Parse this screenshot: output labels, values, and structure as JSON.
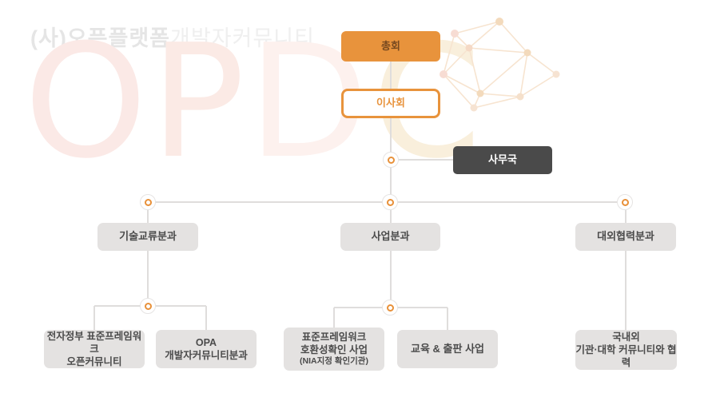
{
  "watermark": {
    "title_bold": "(사)오픈플랫폼",
    "title_light": "개발자커뮤니티",
    "letters": [
      "O",
      "P",
      "D",
      "C"
    ]
  },
  "colors": {
    "accent_orange": "#E8933C",
    "dark_box": "#4A4A4A",
    "light_box": "#E4E2E1",
    "connector_line": "#DFDDDC"
  },
  "org_chart": {
    "general_assembly": {
      "label": "총회"
    },
    "board": {
      "label": "이사회"
    },
    "secretariat": {
      "label": "사무국"
    },
    "divisions": [
      {
        "label": "기술교류분과"
      },
      {
        "label": "사업분과"
      },
      {
        "label": "대외협력분과"
      }
    ],
    "units": {
      "tech_exchange": [
        {
          "lines": [
            "전자정부 표준프레임워크",
            "오픈커뮤니티"
          ]
        },
        {
          "lines": [
            "OPA",
            "개발자커뮤니티분과"
          ]
        }
      ],
      "business": [
        {
          "lines": [
            "표준프레임워크",
            "호환성확인 사업"
          ],
          "note": "(NIA지정 확인기관)"
        },
        {
          "lines": [
            "교육 & 출판 사업"
          ]
        }
      ],
      "external": [
        {
          "lines": [
            "국내외",
            "기관·대학 커뮤니티와 협력"
          ]
        }
      ]
    }
  }
}
